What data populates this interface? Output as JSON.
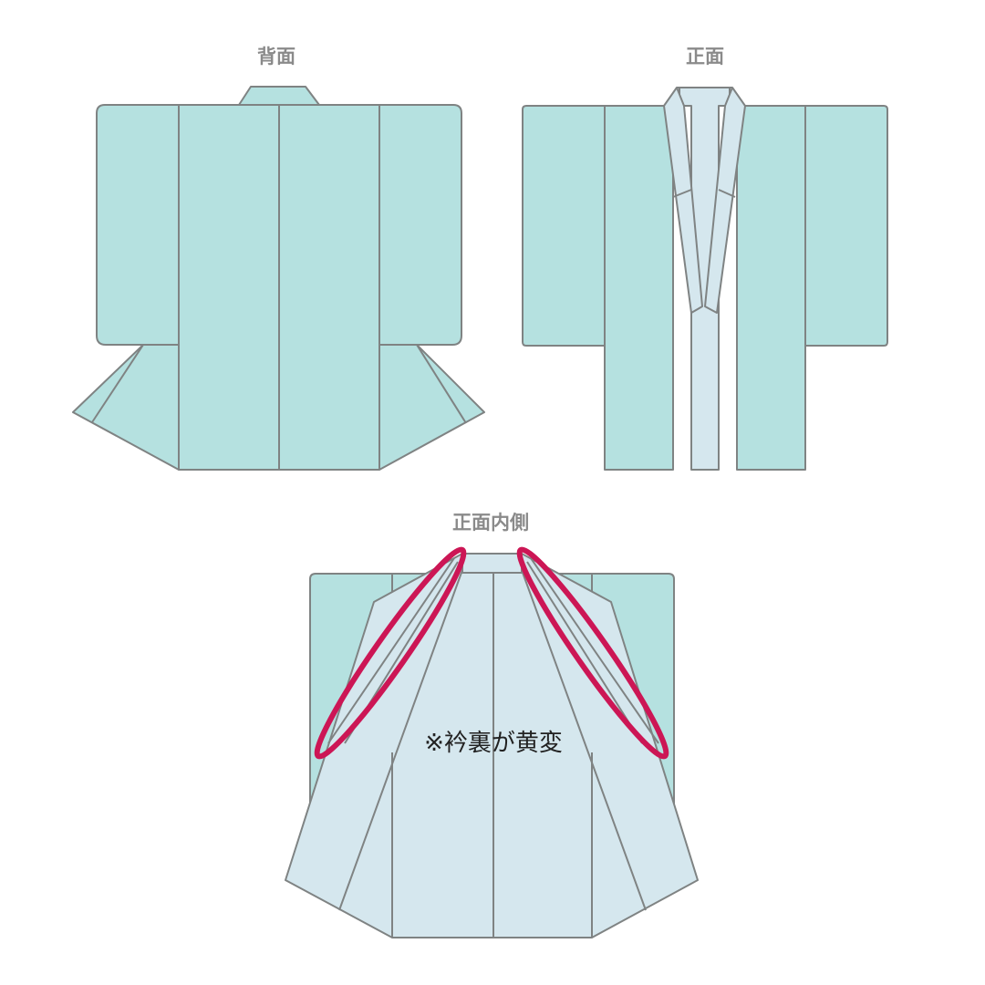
{
  "views": {
    "back": {
      "title": "背面"
    },
    "front": {
      "title": "正面"
    },
    "inside": {
      "title": "正面内側"
    }
  },
  "annotation": {
    "text": "※衿裏が黄変"
  },
  "colors": {
    "outer_fabric": "#b5e1e0",
    "lining": "#d5e7ee",
    "outline": "#7f8383",
    "highlight": "#cc1655",
    "title_text": "#8a8a8a",
    "annotation_text": "#222222"
  }
}
